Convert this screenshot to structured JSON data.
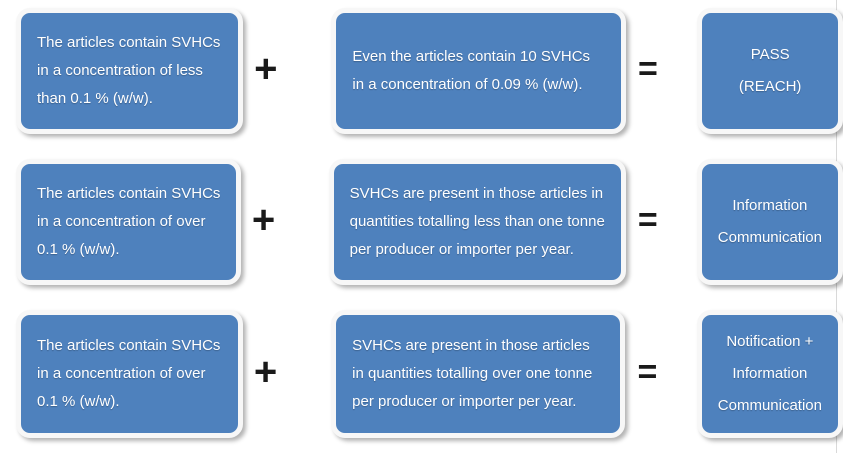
{
  "diagram": {
    "title": "REACH SVHC article obligations decision table",
    "colors": {
      "box_fill": "#4e81bd",
      "box_ring": "#f7f7f7",
      "text": "#ffffff",
      "operator": "#1a1a1a",
      "background": "#ffffff"
    },
    "operators": {
      "plus": "+",
      "equals": "="
    },
    "rows": [
      {
        "id": "row-1",
        "condition": {
          "lines": [
            "The articles contain SVHCs",
            "in a concentration of less",
            "than 0.1 % (w/w)."
          ]
        },
        "operator_1": "+",
        "quantity": {
          "lines": [
            "Even the articles contain 10 SVHCs",
            "in a concentration of 0.09 % (w/w)."
          ]
        },
        "operator_2": "=",
        "result": {
          "lines": [
            "PASS",
            "(REACH)"
          ]
        }
      },
      {
        "id": "row-2",
        "condition": {
          "lines": [
            "The articles contain SVHCs",
            "in a concentration of over",
            "0.1 % (w/w)."
          ]
        },
        "operator_1": "+",
        "quantity": {
          "lines": [
            "SVHCs are present in those articles in",
            "quantities totalling less than one tonne",
            "per producer or importer per year."
          ]
        },
        "operator_2": "=",
        "result": {
          "lines": [
            "Information",
            "Communication"
          ]
        }
      },
      {
        "id": "row-3",
        "condition": {
          "lines": [
            "The articles contain SVHCs",
            "in a concentration of over",
            "0.1 % (w/w)."
          ]
        },
        "operator_1": "+",
        "quantity": {
          "lines": [
            "SVHCs are present in those articles",
            "in quantities totalling over one tonne",
            "per producer or importer per year."
          ]
        },
        "operator_2": "=",
        "result": {
          "lines": [
            "Notification +",
            "Information",
            "Communication"
          ]
        }
      }
    ]
  }
}
